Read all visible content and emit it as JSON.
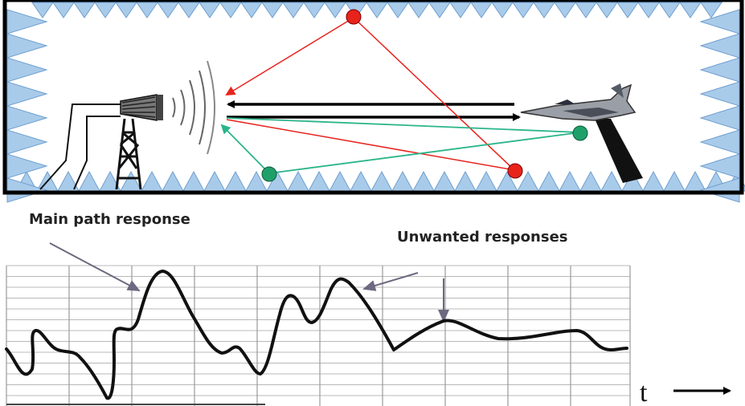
{
  "labels": {
    "main_path": "Main path response",
    "unwanted": "Unwanted responses",
    "time_axis": "t"
  },
  "colors": {
    "direct_path": "#000000",
    "ceiling_floor_reflection": "#e8231c",
    "side_reflection": "#2bb58a",
    "absorber": "#a9cbea",
    "reflection_point_red": "#e8231c",
    "reflection_point_green": "#1fa06a"
  },
  "icons": {
    "antenna": "antenna-tower-icon",
    "aircraft": "fighter-jet-icon"
  }
}
